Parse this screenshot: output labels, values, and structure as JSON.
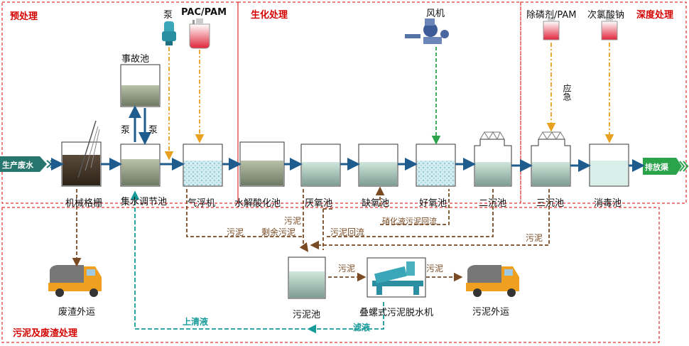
{
  "sections": {
    "pretreatment": "预处理",
    "biochem": "生化处理",
    "advanced": "深度处理",
    "sludge": "污泥及废渣处理"
  },
  "inlet": "生产废水",
  "outlet": "排放渠",
  "units": {
    "grille": "机械格栅",
    "equalization": "集水调节池",
    "accident": "事故池",
    "flotation": "气浮机",
    "hydrolysis": "水解酸化池",
    "anaerobic": "厌氧池",
    "anoxic": "缺氧池",
    "aerobic": "好氧池",
    "secondary_settling": "二沉池",
    "tertiary_settling": "三沉池",
    "disinfection": "消毒池",
    "sludge_tank": "污泥池",
    "dewatering": "叠螺式污泥脱水机",
    "waste_residue": "废渣外运",
    "sludge_out": "污泥外运"
  },
  "chemicals": {
    "pump": "泵",
    "pac_pam": "PAC/PAM",
    "blower": "风机",
    "phosphorus_pam": "除磷剂/PAM",
    "hypochlorite": "次氯酸钠",
    "emergency": "应急"
  },
  "flows": {
    "pump_up": "泵",
    "pump_down": "泵",
    "sludge": "污泥",
    "excess_sludge": "剩余污泥",
    "sludge_return": "污泥回流",
    "nitrate_return": "硝化液污泥回流",
    "sludge_short": "污泥",
    "sludge_right": "污泥",
    "sludge_to_dewater": "污泥",
    "sludge_from_dewater": "污泥",
    "supernatant": "上清液",
    "filtrate": "滤液"
  },
  "colors": {
    "section_border": "#d40000",
    "main_flow": "#1f5c8e",
    "sludge_line": "#7a4a23",
    "chemical_line": "#e8a020",
    "air_line": "#2aa34a",
    "return_water": "#179a9a",
    "tag_bg": "#26766e"
  }
}
